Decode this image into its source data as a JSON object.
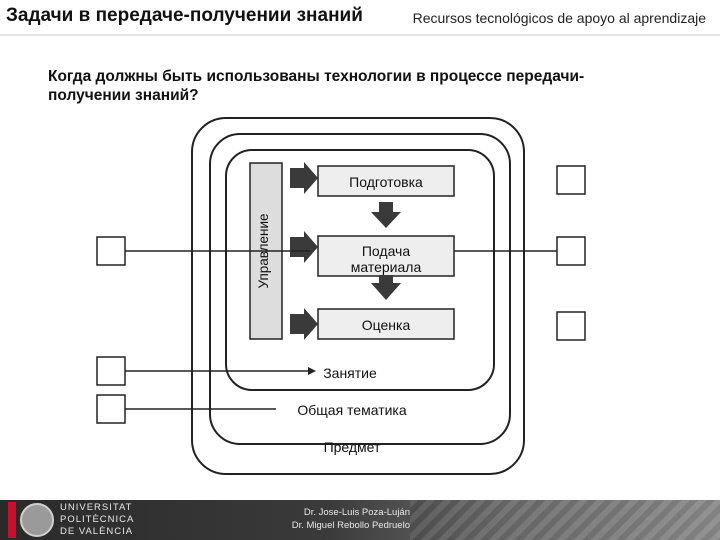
{
  "header": {
    "title": "Задачи в передаче-получении знаний",
    "subtitle": "Recursos tecnológicos de apoyo al aprendizaje"
  },
  "question": "Когда должны быть использованы технологии в процессе передачи-получении знаний?",
  "diagram": {
    "management_label": "Управление",
    "stages": [
      "Подготовка",
      "Подача материала",
      "Оценка"
    ],
    "layers": [
      "Занятие",
      "Общая тематика",
      "Предмет"
    ]
  },
  "footer": {
    "university_lines": [
      "UNIVERSITAT",
      "POLITÈCNICA",
      "DE VALÈNCIA"
    ],
    "author_lines": [
      "Dr. Jose-Luis Poza-Luján",
      "Dr. Miguel Rebollo Pedruelo"
    ]
  },
  "colors": {
    "accent": "#c8102e",
    "stage_fill": "#eeeeee",
    "arrow_fill": "#3a3a3a",
    "bar_fill": "#dddddd"
  }
}
